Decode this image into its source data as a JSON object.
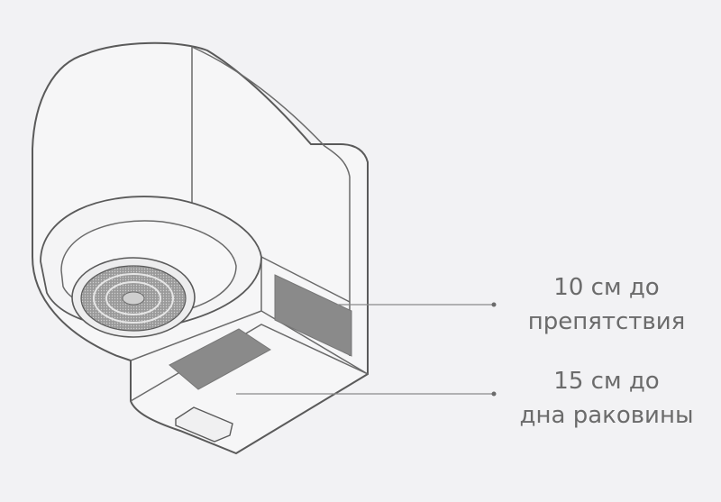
{
  "annotations": {
    "obstacle": {
      "line1": "10 см до",
      "line2": "препятствия"
    },
    "sink": {
      "line1": "15 см до",
      "line2": "дна раковины"
    }
  },
  "colors": {
    "background": "#f2f2f4",
    "outline": "#5a5a5a",
    "sensor": "#8a8a8a",
    "label_text": "#6b6b6b"
  }
}
